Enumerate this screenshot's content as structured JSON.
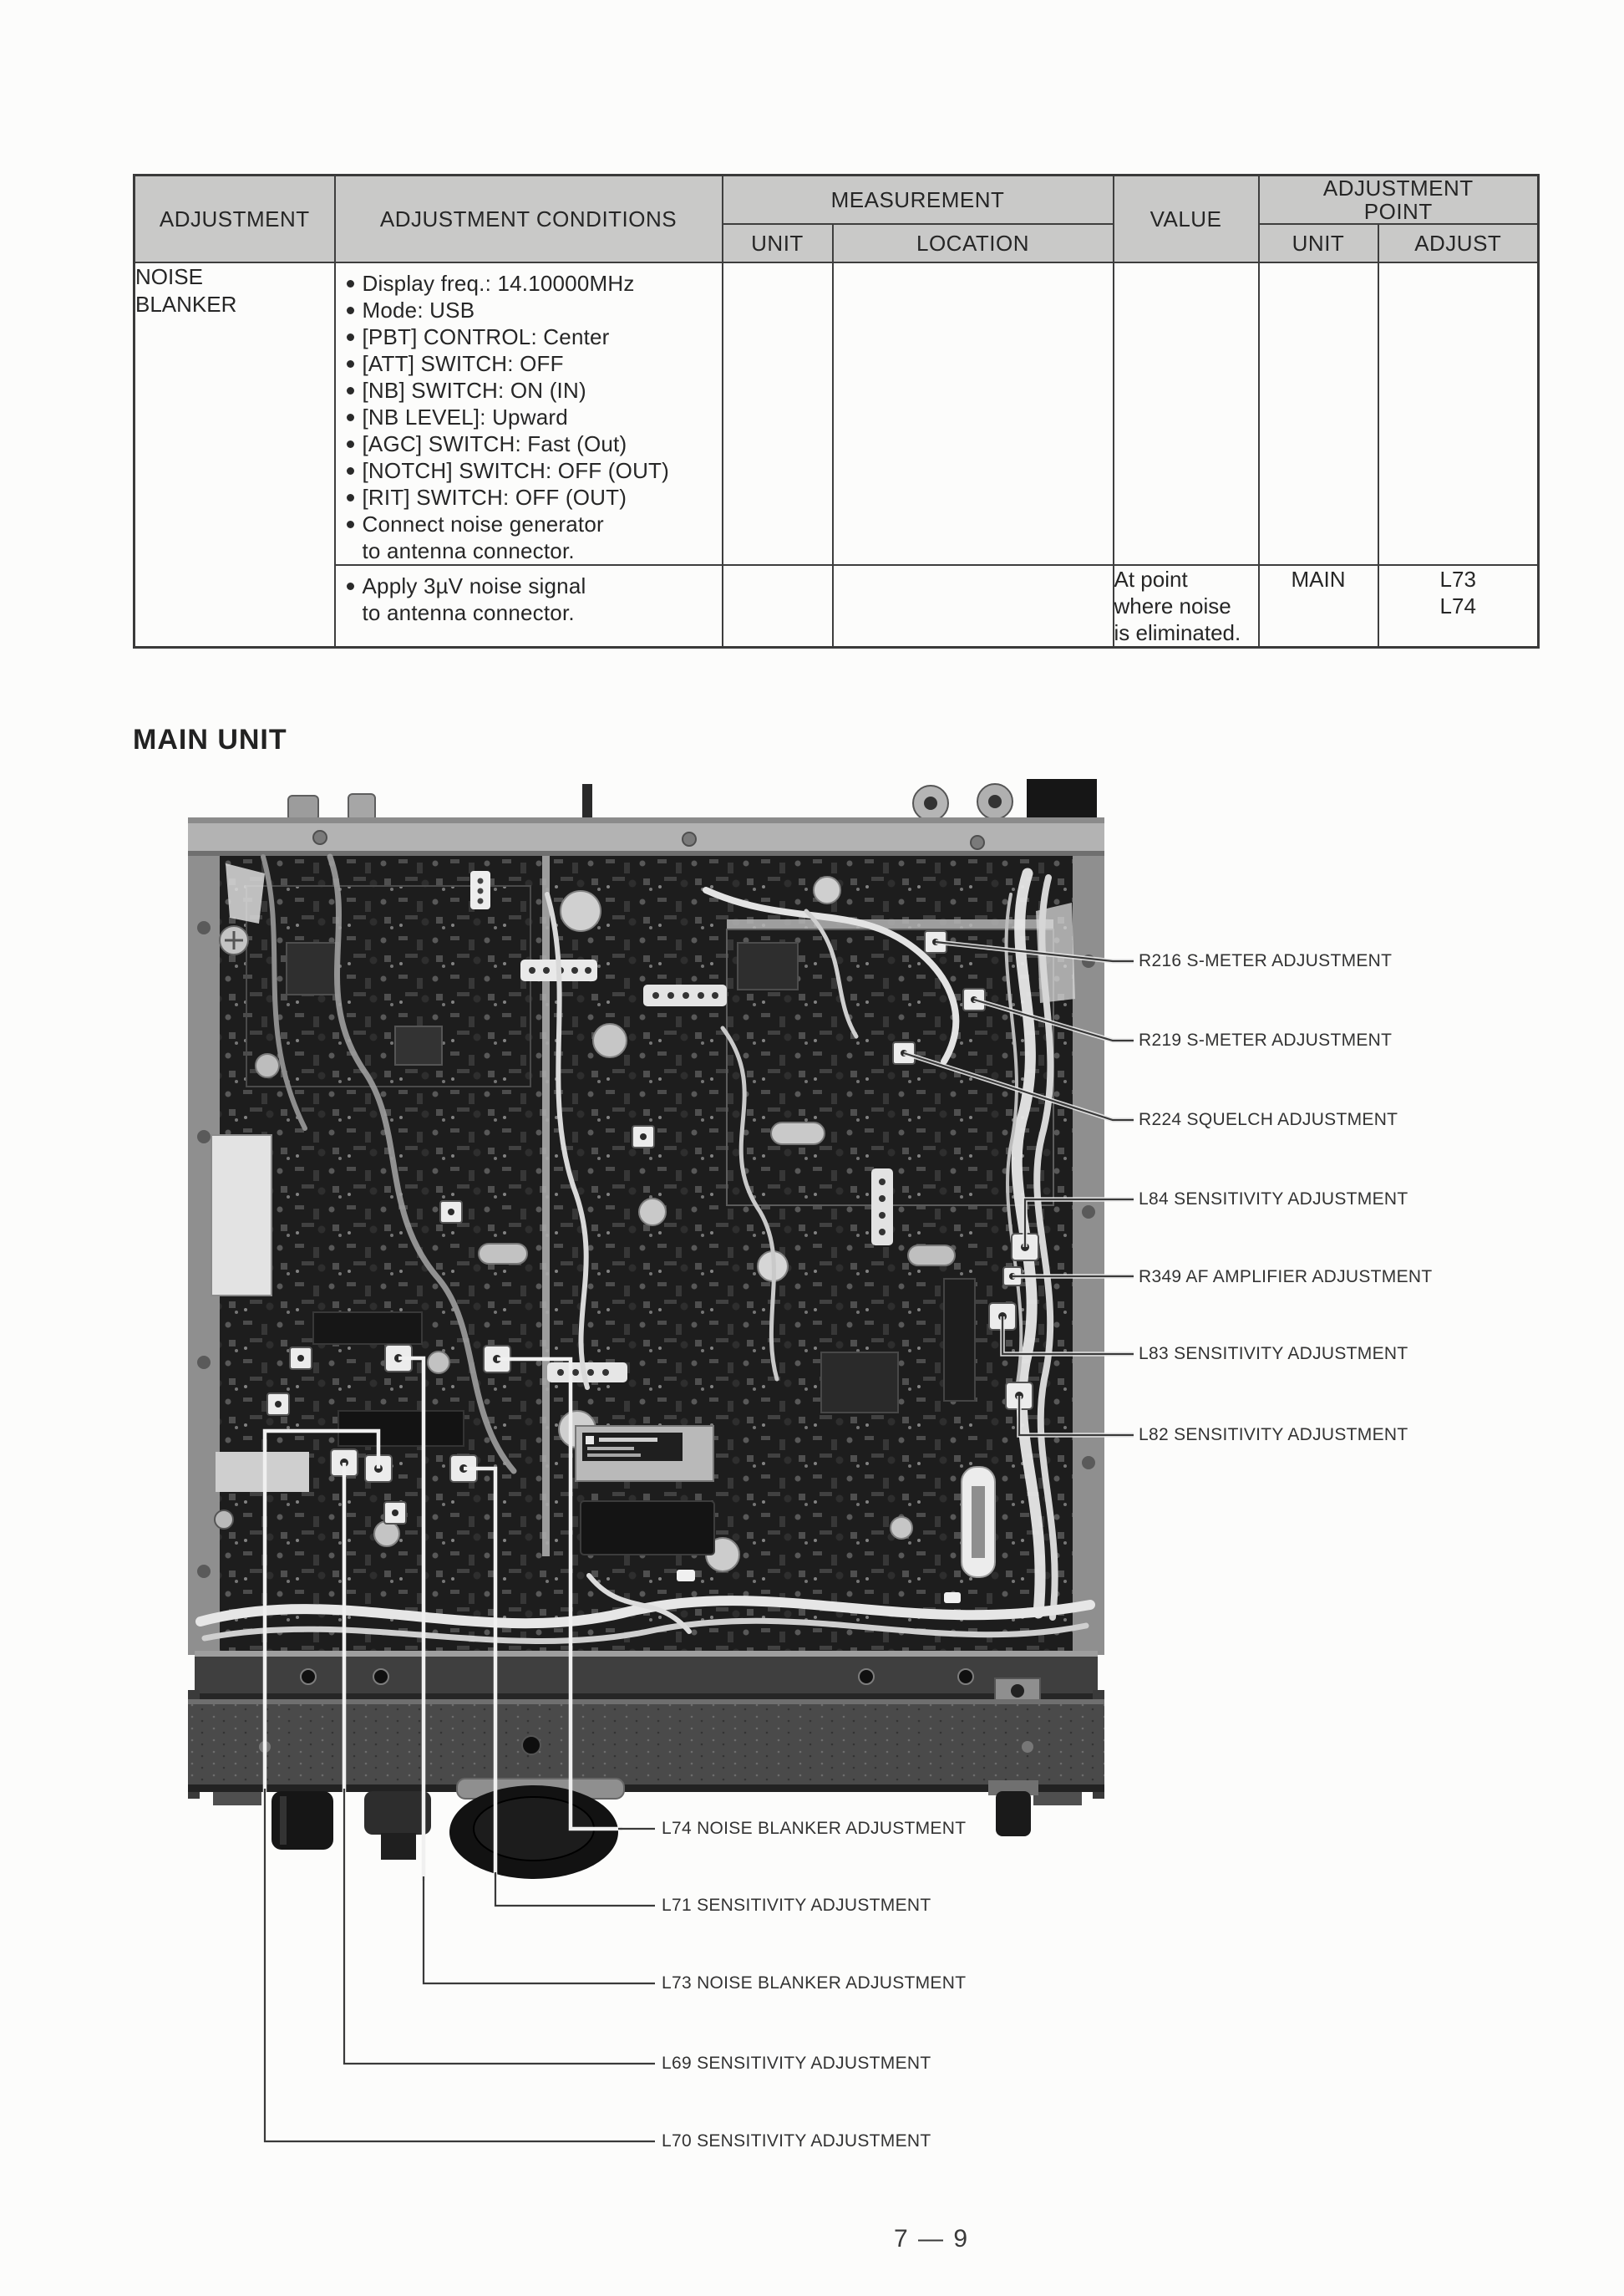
{
  "colors": {
    "header_bg": "#c9c9c8",
    "text": "#2e2e2e",
    "leader_dark": "#3a3a3a",
    "leader_light": "#f0f0f0"
  },
  "table": {
    "headers": {
      "adjustment": "ADJUSTMENT",
      "conditions": "ADJUSTMENT CONDITIONS",
      "measurement": "MEASUREMENT",
      "measurement_unit": "UNIT",
      "measurement_location": "LOCATION",
      "value": "VALUE",
      "adjustment_point": "ADJUSTMENT\nPOINT",
      "adjustment_point_unit": "UNIT",
      "adjustment_point_adjust": "ADJUST"
    },
    "row": {
      "adjustment": "NOISE\nBLANKER",
      "conditions": [
        "Display freq.: 14.10000MHz",
        "Mode: USB",
        "[PBT] CONTROL: Center",
        "[ATT] SWITCH: OFF",
        "[NB] SWITCH: ON (IN)",
        "[NB LEVEL]: Upward",
        "[AGC] SWITCH: Fast (Out)",
        "[NOTCH] SWITCH: OFF (OUT)",
        "[RIT] SWITCH: OFF (OUT)",
        "Connect noise generator\nto antenna connector."
      ]
    },
    "sub_row": {
      "condition": "Apply 3µV noise signal\nto antenna connector.",
      "value": "At point\nwhere noise\nis eliminated.",
      "unit": "MAIN",
      "adjust": "L73\nL74"
    }
  },
  "figure": {
    "title": "MAIN UNIT",
    "right_callouts": [
      "R216 S-METER ADJUSTMENT",
      "R219 S-METER ADJUSTMENT",
      "R224 SQUELCH ADJUSTMENT",
      "L84 SENSITIVITY ADJUSTMENT",
      "R349 AF AMPLIFIER ADJUSTMENT",
      "L83 SENSITIVITY ADJUSTMENT",
      "L82 SENSITIVITY ADJUSTMENT"
    ],
    "bottom_callouts": [
      "L74 NOISE BLANKER ADJUSTMENT",
      "L71 SENSITIVITY ADJUSTMENT",
      "L73 NOISE BLANKER ADJUSTMENT",
      "L69 SENSITIVITY ADJUSTMENT",
      "L70 SENSITIVITY ADJUSTMENT"
    ]
  },
  "footer": {
    "page_number": "7 — 9"
  }
}
